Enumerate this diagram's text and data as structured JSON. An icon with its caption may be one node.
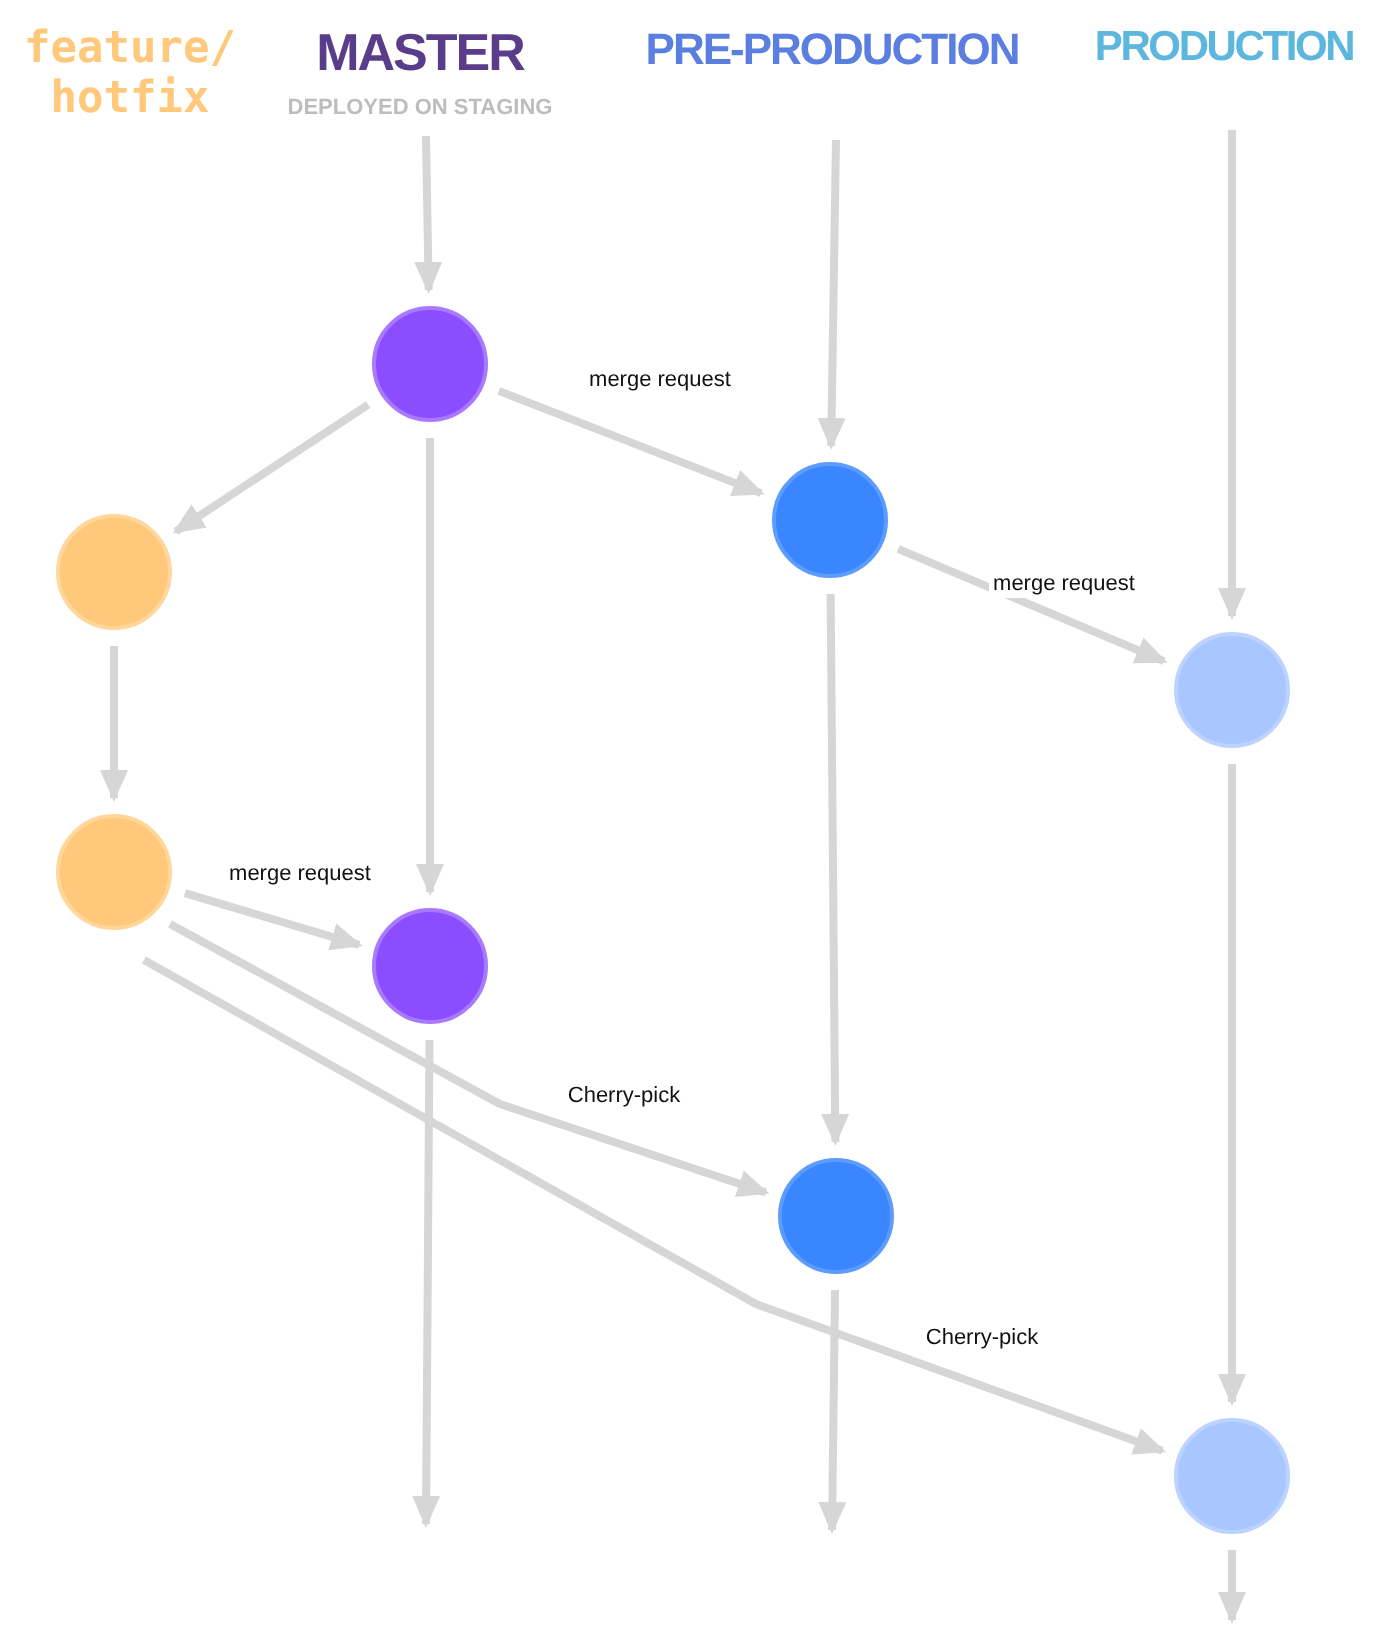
{
  "diagram": {
    "nodes": [
      {
        "text": [],
        "shape": "circle"
      },
      {
        "text": [],
        "shape": "circle"
      },
      {
        "text": [],
        "shape": "circle"
      },
      {
        "text": [],
        "shape": "circle"
      },
      {
        "text": [],
        "shape": "circle"
      },
      {
        "text": [],
        "shape": "circle"
      },
      {
        "text": [],
        "shape": "circle"
      },
      {
        "text": [],
        "shape": "circle"
      }
    ],
    "edges": [
      {
        "from": null,
        "to": 0,
        "arrow": "to"
      },
      {
        "from": null,
        "to": 1,
        "arrow": "to"
      },
      {
        "from": null,
        "to": 3,
        "arrow": "to"
      },
      {
        "from": 0,
        "to": 2,
        "arrow": "to"
      },
      {
        "from": 0,
        "to": 1,
        "arrow": "to",
        "label": "merge request"
      },
      {
        "from": 0,
        "to": 5,
        "arrow": "to"
      },
      {
        "from": 1,
        "to": 3,
        "arrow": "to",
        "label": "merge request"
      },
      {
        "from": 1,
        "to": 6,
        "arrow": "to"
      },
      {
        "from": 2,
        "to": 4,
        "arrow": "to"
      },
      {
        "from": 3,
        "to": 7,
        "arrow": "to"
      },
      {
        "from": 4,
        "to": 5,
        "arrow": "to",
        "label": "merge request"
      },
      {
        "from": 4,
        "to": 6,
        "arrow": "to",
        "label": "Cherry-pick"
      },
      {
        "from": 4,
        "to": 7,
        "arrow": "to",
        "label": "Cherry-pick"
      },
      {
        "from": 5,
        "to": null,
        "arrow": "to"
      },
      {
        "from": 6,
        "to": null,
        "arrow": "to"
      },
      {
        "from": 7,
        "to": null,
        "arrow": "to"
      }
    ],
    "labels": [
      "feature/ hotfix",
      "MASTER",
      "DEPLOYED ON STAGING",
      "PRE-PRODUCTION",
      "PRODUCTION"
    ]
  }
}
